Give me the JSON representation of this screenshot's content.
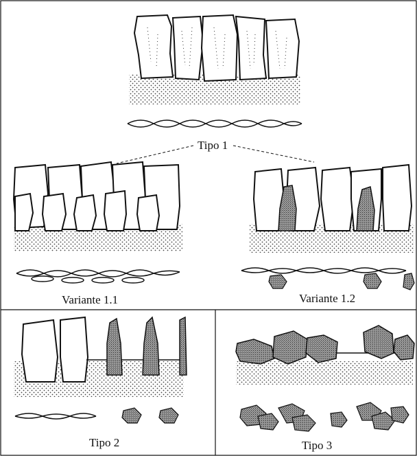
{
  "labels": {
    "tipo1": "Tipo 1",
    "variante11": "Variante 1.1",
    "variante12": "Variante 1.2",
    "tipo2": "Tipo 2",
    "tipo3": "Tipo 3"
  },
  "colors": {
    "outline": "#111111",
    "dots": "#444444",
    "dark_cell": "#8a8a8a",
    "background": "#ffffff"
  }
}
